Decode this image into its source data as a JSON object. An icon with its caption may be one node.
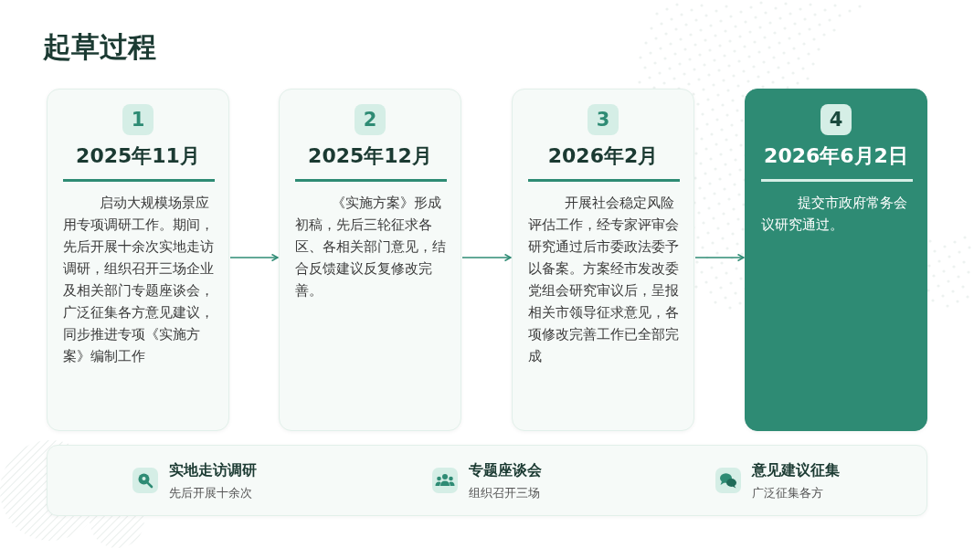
{
  "diagram": {
    "title": "起草过程",
    "nodes": [
      {
        "text": [
          "1",
          "2025年11月",
          "启动大规模场景应用专项调研工作。期间，先后开展十余次实地走访调研，组织召开三场企业及相关部门专题座谈会，广泛征集各方意见建议，同步推进专项《实施方案》编制工作"
        ]
      },
      {
        "text": [
          "2",
          "2025年12月",
          "《实施方案》形成初稿，先后三轮征求各区、各相关部门意见，结合反馈建议反复修改完善。"
        ]
      },
      {
        "text": [
          "3",
          "2026年2月",
          "开展社会稳定风险评估工作，经专家评审会研究通过后市委政法委予以备案。方案经市发改委党组会研究审议后，呈报相关市领导征求意见，各项修改完善工作已全部完成"
        ]
      },
      {
        "text": [
          "4",
          "2026年6月2日",
          "提交市政府常务会议研究通过。"
        ]
      },
      {
        "text": [
          "实地走访调研",
          "先后开展十余次",
          "专题座谈会",
          "组织召开三场",
          "意见建议征集",
          "广泛征集各方"
        ]
      }
    ],
    "edges": [
      {
        "from": 0,
        "to": 1,
        "arrow": "to"
      },
      {
        "from": 1,
        "to": 2,
        "arrow": "to"
      },
      {
        "from": 2,
        "to": 3,
        "arrow": "to"
      }
    ]
  }
}
